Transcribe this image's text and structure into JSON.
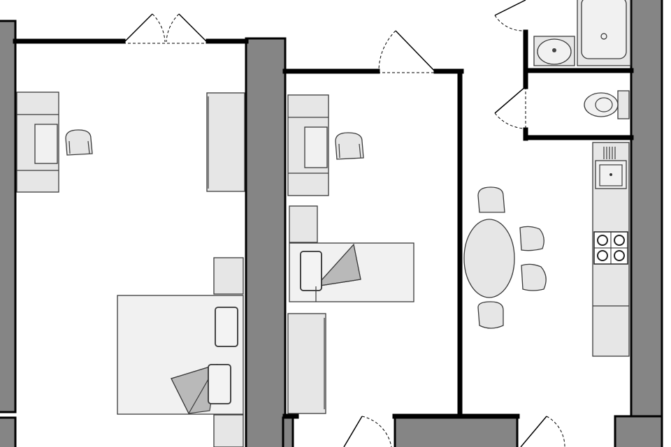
{
  "plan": {
    "colors": {
      "wall_fill": "#858585",
      "wall_line": "#000000",
      "furniture": "#e6e6e6",
      "bedsheet": "#b9b9b9",
      "background": "#ffffff"
    },
    "rooms": [
      "bedroom-left",
      "bedroom-middle",
      "kitchen-dining",
      "bathroom",
      "wc"
    ],
    "fixtures": [
      "double-bed",
      "single-bed",
      "desks",
      "chairs",
      "wardrobes",
      "dining-table",
      "sink",
      "stove",
      "toilet",
      "bathtub",
      "washbasin"
    ]
  }
}
